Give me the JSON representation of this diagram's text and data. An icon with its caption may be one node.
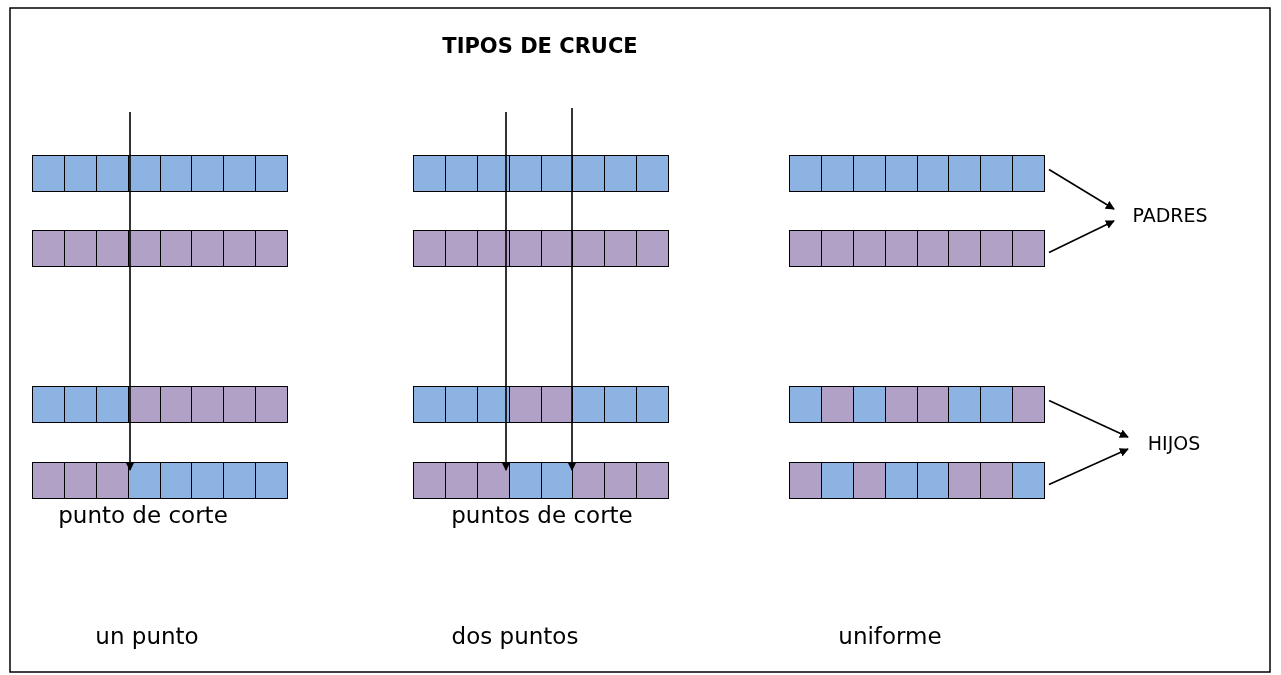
{
  "diagram": {
    "title": "TIPOS DE CRUCE",
    "nodes": [
      {
        "text": [],
        "shape": "bar"
      },
      {
        "text": [],
        "shape": "bar"
      },
      {
        "text": [],
        "shape": "bar"
      },
      {
        "text": [],
        "shape": "bar"
      },
      {
        "text": [],
        "shape": "bar"
      },
      {
        "text": [],
        "shape": "bar"
      },
      {
        "text": [],
        "shape": "bar"
      },
      {
        "text": [],
        "shape": "bar"
      },
      {
        "text": [],
        "shape": "bar"
      },
      {
        "text": [],
        "shape": "bar"
      },
      {
        "text": [],
        "shape": "bar"
      },
      {
        "text": [],
        "shape": "bar"
      },
      {
        "text": [
          "PADRES"
        ]
      },
      {
        "text": [
          "HIJOS"
        ]
      },
      {
        "text": [
          "punto de corte"
        ]
      },
      {
        "text": [
          "puntos de corte"
        ]
      }
    ],
    "edges": [
      {
        "from": 8,
        "to": 12,
        "arrow": "to"
      },
      {
        "from": 9,
        "to": 12,
        "arrow": "to"
      },
      {
        "from": 10,
        "to": 13,
        "arrow": "to"
      },
      {
        "from": 11,
        "to": 13,
        "arrow": "to"
      },
      {
        "from": null,
        "to": 14,
        "arrow": "to"
      },
      {
        "from": null,
        "to": 15,
        "arrow": "to"
      },
      {
        "from": null,
        "to": 15,
        "arrow": "to"
      }
    ],
    "labels": [
      "un punto",
      "dos puntos",
      "uniforme"
    ]
  }
}
